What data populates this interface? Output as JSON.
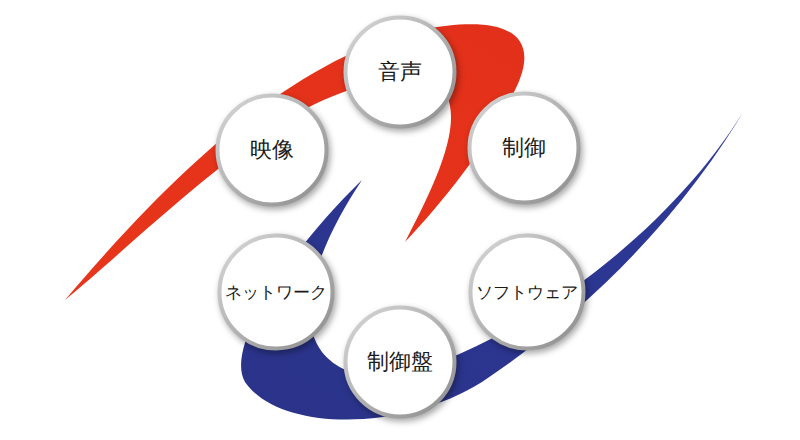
{
  "diagram": {
    "nodes": [
      {
        "text": [
          "音声"
        ]
      },
      {
        "text": [
          "映像"
        ]
      },
      {
        "text": [
          "制御"
        ]
      },
      {
        "text": [
          "ネットワーク"
        ]
      },
      {
        "text": [
          "ソフトウェア"
        ]
      },
      {
        "text": [
          "制御盤"
        ]
      }
    ]
  }
}
